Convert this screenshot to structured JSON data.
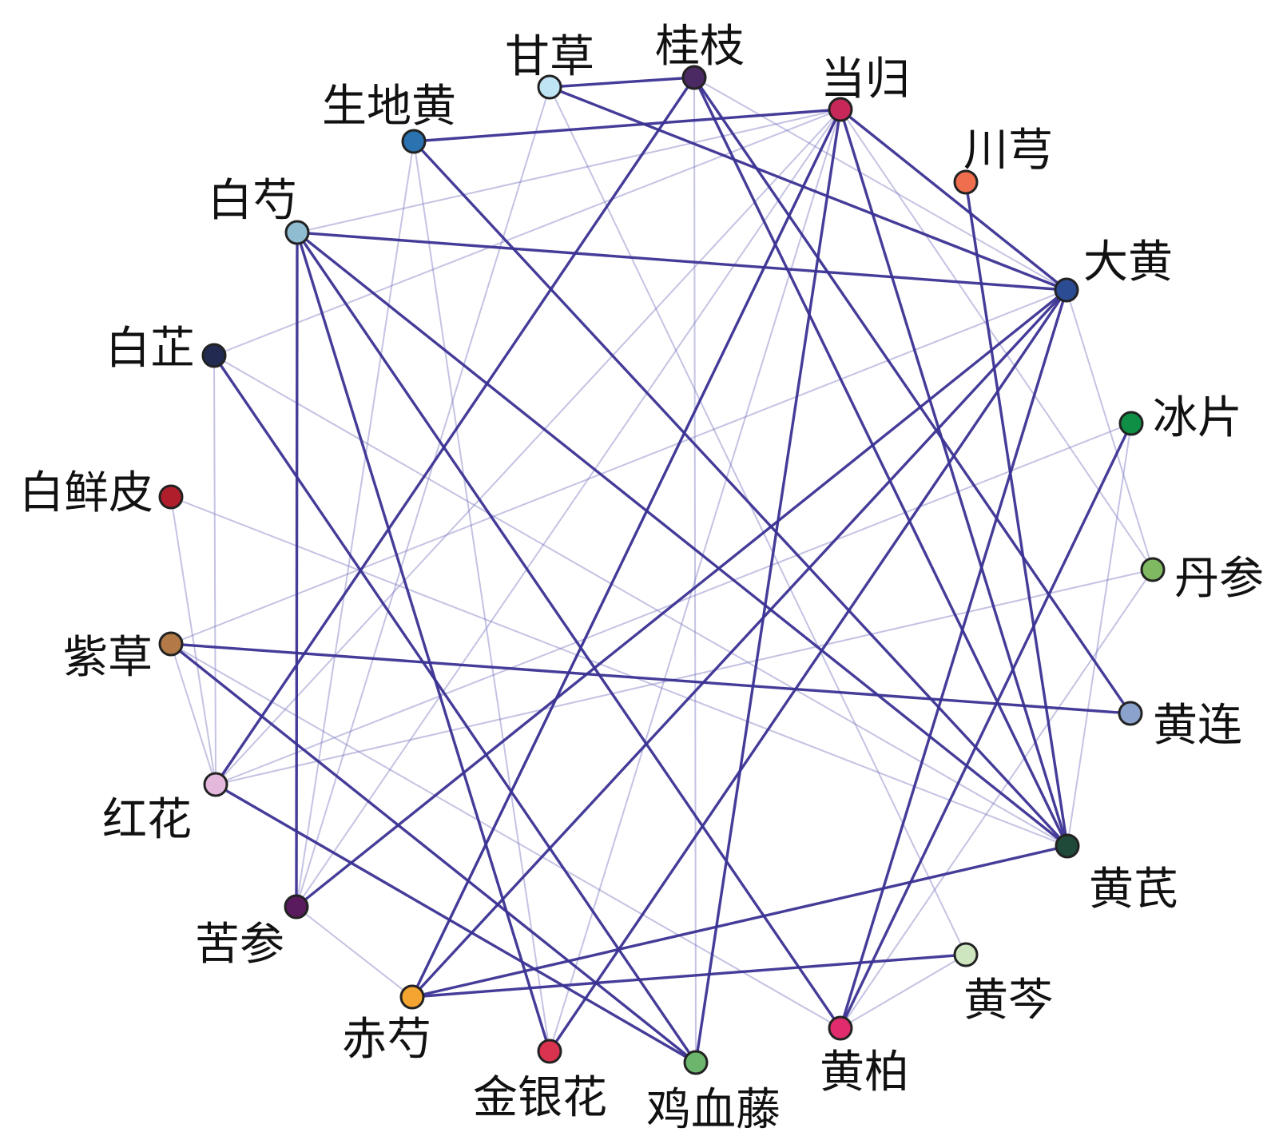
{
  "nodes": [
    {
      "id": "gancao",
      "label": "甘草",
      "color": "#bfe4f4"
    },
    {
      "id": "guizhi",
      "label": "桂枝",
      "color": "#4b2a63"
    },
    {
      "id": "danggui",
      "label": "当归",
      "color": "#c8275a"
    },
    {
      "id": "chuanxiong",
      "label": "川芎",
      "color": "#ee6e4e"
    },
    {
      "id": "dahuang",
      "label": "大黄",
      "color": "#2b4c92"
    },
    {
      "id": "bingpian",
      "label": "冰片",
      "color": "#0e8f45"
    },
    {
      "id": "danshen",
      "label": "丹参",
      "color": "#7fba62"
    },
    {
      "id": "huanglian",
      "label": "黄连",
      "color": "#8aa2cc"
    },
    {
      "id": "huangqi",
      "label": "黄芪",
      "color": "#1f4a3a"
    },
    {
      "id": "huangqin",
      "label": "黄芩",
      "color": "#cde6c0"
    },
    {
      "id": "huangbai",
      "label": "黄柏",
      "color": "#e02c6c"
    },
    {
      "id": "jixueteng",
      "label": "鸡血藤",
      "color": "#6cb56d"
    },
    {
      "id": "jinyinhua",
      "label": "金银花",
      "color": "#d9334f"
    },
    {
      "id": "chishao",
      "label": "赤芍",
      "color": "#f4a531"
    },
    {
      "id": "kushen",
      "label": "苦参",
      "color": "#5a1a5e"
    },
    {
      "id": "honghua",
      "label": "红花",
      "color": "#e4b8dc"
    },
    {
      "id": "zicao",
      "label": "紫草",
      "color": "#b37a47"
    },
    {
      "id": "baixianpi",
      "label": "白鲜皮",
      "color": "#b01e2c"
    },
    {
      "id": "baizhi",
      "label": "白芷",
      "color": "#232a52"
    },
    {
      "id": "baishao",
      "label": "白芍",
      "color": "#8fbcd0"
    },
    {
      "id": "shengdihuang",
      "label": "生地黄",
      "color": "#2a72b0"
    }
  ],
  "edges": [
    [
      "shengdihuang",
      "danggui",
      "strong"
    ],
    [
      "shengdihuang",
      "huangqi",
      "strong"
    ],
    [
      "baishao",
      "dahuang",
      "strong"
    ],
    [
      "baishao",
      "kushen",
      "strong"
    ],
    [
      "baishao",
      "jinyinhua",
      "strong"
    ],
    [
      "baishao",
      "huangbai",
      "strong"
    ],
    [
      "baishao",
      "huangqi",
      "strong"
    ],
    [
      "baizhi",
      "jixueteng",
      "strong"
    ],
    [
      "gancao",
      "guizhi",
      "strong"
    ],
    [
      "gancao",
      "dahuang",
      "strong"
    ],
    [
      "guizhi",
      "honghua",
      "strong"
    ],
    [
      "guizhi",
      "huangqi",
      "strong"
    ],
    [
      "guizhi",
      "huanglian",
      "strong"
    ],
    [
      "danggui",
      "dahuang",
      "strong"
    ],
    [
      "danggui",
      "chishao",
      "strong"
    ],
    [
      "danggui",
      "huangqi",
      "strong"
    ],
    [
      "danggui",
      "jixueteng",
      "strong"
    ],
    [
      "chuanxiong",
      "huangqi",
      "strong"
    ],
    [
      "dahuang",
      "kushen",
      "strong"
    ],
    [
      "dahuang",
      "chishao",
      "strong"
    ],
    [
      "dahuang",
      "jinyinhua",
      "strong"
    ],
    [
      "dahuang",
      "huangbai",
      "strong"
    ],
    [
      "bingpian",
      "huangbai",
      "strong"
    ],
    [
      "zicao",
      "huanglian",
      "strong"
    ],
    [
      "zicao",
      "jixueteng",
      "strong"
    ],
    [
      "honghua",
      "jixueteng",
      "strong"
    ],
    [
      "chishao",
      "huangqi",
      "strong"
    ],
    [
      "chishao",
      "huangqin",
      "strong"
    ],
    [
      "shengdihuang",
      "kushen",
      "light"
    ],
    [
      "shengdihuang",
      "jinyinhua",
      "light"
    ],
    [
      "baishao",
      "danggui",
      "light"
    ],
    [
      "baizhi",
      "danggui",
      "light"
    ],
    [
      "baizhi",
      "honghua",
      "light"
    ],
    [
      "baizhi",
      "huangqi",
      "light"
    ],
    [
      "baixianpi",
      "honghua",
      "light"
    ],
    [
      "baixianpi",
      "huangqi",
      "light"
    ],
    [
      "zicao",
      "dahuang",
      "light"
    ],
    [
      "zicao",
      "honghua",
      "light"
    ],
    [
      "honghua",
      "danggui",
      "light"
    ],
    [
      "honghua",
      "danshen",
      "light"
    ],
    [
      "honghua",
      "bingpian",
      "light"
    ],
    [
      "kushen",
      "danggui",
      "light"
    ],
    [
      "gancao",
      "kushen",
      "light"
    ],
    [
      "gancao",
      "huangqin",
      "light"
    ],
    [
      "guizhi",
      "dahuang",
      "light"
    ],
    [
      "danggui",
      "danshen",
      "light"
    ],
    [
      "dahuang",
      "danshen",
      "light"
    ],
    [
      "bingpian",
      "huangqi",
      "light"
    ],
    [
      "chishao",
      "danggui",
      "light"
    ],
    [
      "huangbai",
      "huangqin",
      "light"
    ],
    [
      "huangbai",
      "danshen",
      "light"
    ],
    [
      "jixueteng",
      "guizhi",
      "light"
    ],
    [
      "jinyinhua",
      "danggui",
      "light"
    ],
    [
      "chishao",
      "kushen",
      "light"
    ],
    [
      "zicao",
      "huangbai",
      "light"
    ]
  ]
}
